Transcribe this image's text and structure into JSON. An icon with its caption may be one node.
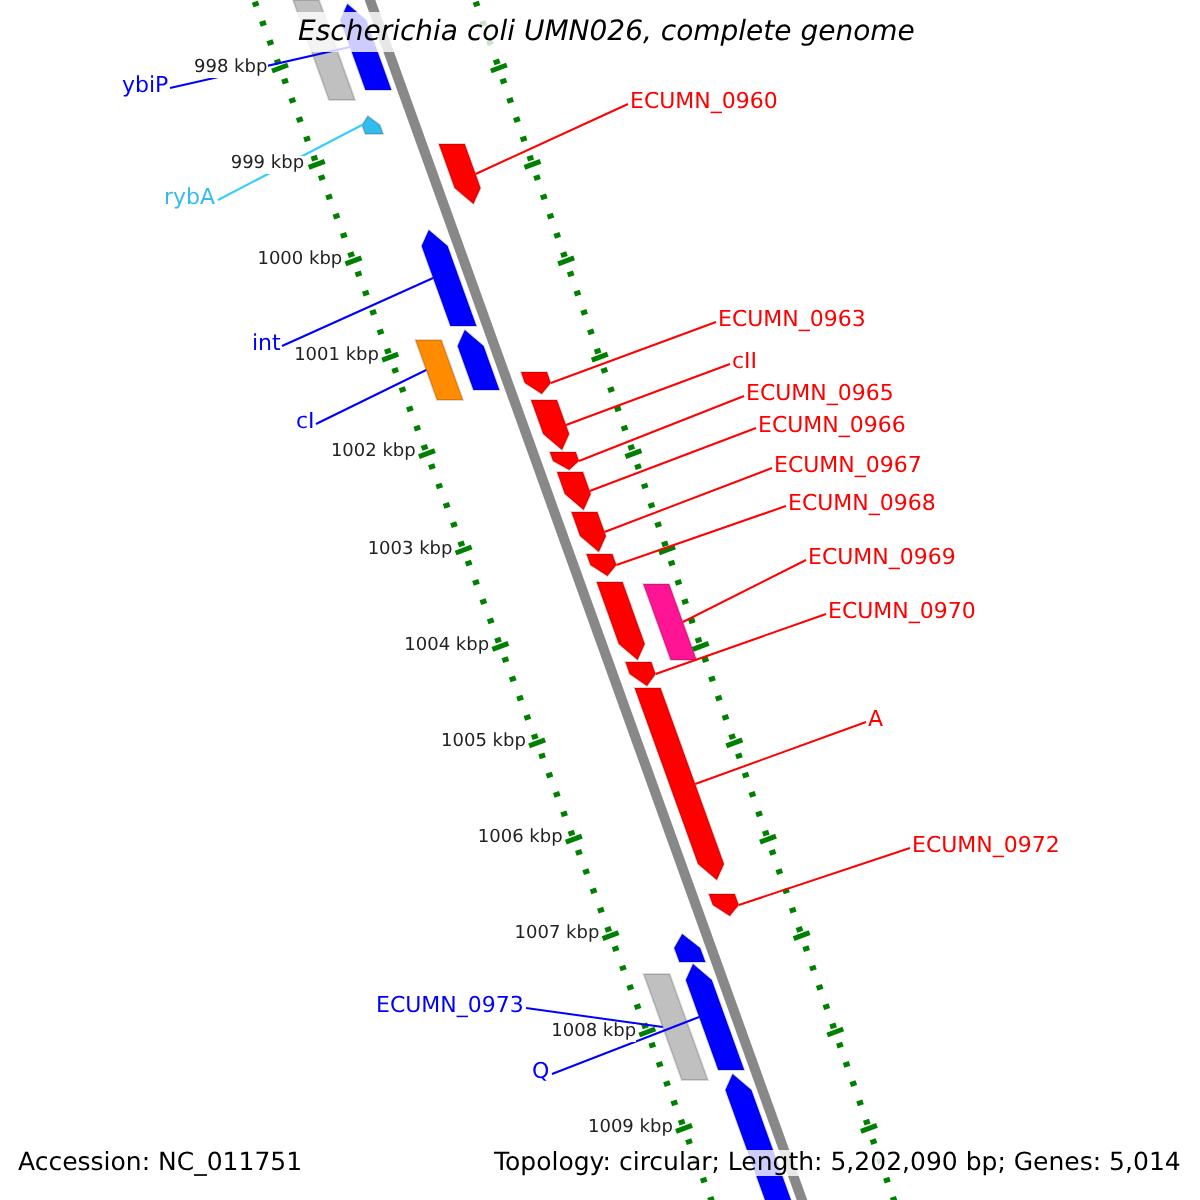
{
  "diagram": {
    "title": "Escherichia coli UMN026, complete genome",
    "nodes": [
      {
        "text": [
          "ybiP"
        ]
      },
      {
        "text": [
          "ECUMN_0960"
        ]
      },
      {
        "text": [
          "rybA"
        ]
      },
      {
        "text": [
          "int"
        ]
      },
      {
        "text": [
          "ECUMN_0963"
        ]
      },
      {
        "text": [
          "cII"
        ]
      },
      {
        "text": [
          "cI"
        ]
      },
      {
        "text": [
          "ECUMN_0965"
        ]
      },
      {
        "text": [
          "ECUMN_0966"
        ]
      },
      {
        "text": [
          "ECUMN_0967"
        ]
      },
      {
        "text": [
          "ECUMN_0968"
        ]
      },
      {
        "text": [
          "ECUMN_0969"
        ]
      },
      {
        "text": [
          "ECUMN_0970"
        ]
      },
      {
        "text": [
          "A"
        ]
      },
      {
        "text": [
          "ECUMN_0972"
        ]
      },
      {
        "text": [
          "ECUMN_0973"
        ]
      },
      {
        "text": [
          "Q"
        ]
      },
      {
        "text": [],
        "shape": "arrow"
      },
      {
        "text": [],
        "shape": "arrow"
      },
      {
        "text": [],
        "shape": "arrow"
      },
      {
        "text": [],
        "shape": "arrow"
      },
      {
        "text": [],
        "shape": "arrow"
      },
      {
        "text": [],
        "shape": "arrow"
      },
      {
        "text": [],
        "shape": "box"
      },
      {
        "text": [],
        "shape": "arrow"
      },
      {
        "text": [],
        "shape": "arrow"
      },
      {
        "text": [],
        "shape": "arrow"
      },
      {
        "text": [],
        "shape": "arrow"
      },
      {
        "text": [],
        "shape": "box"
      },
      {
        "text": [],
        "shape": "arrow"
      },
      {
        "text": [],
        "shape": "arrow"
      },
      {
        "text": [],
        "shape": "arrow"
      },
      {
        "text": [],
        "shape": "box"
      },
      {
        "text": [],
        "shape": "arrow"
      },
      {
        "text": [],
        "shape": "box"
      },
      {
        "text": [],
        "shape": "arrow"
      },
      {
        "text": [],
        "shape": "arrow"
      },
      {
        "text": [],
        "shape": "arrow"
      },
      {
        "text": [],
        "shape": "arrow"
      }
    ],
    "edges": [
      {
        "from": 0,
        "to": 17,
        "arrow": "none",
        "color": "#0000ff"
      },
      {
        "from": 1,
        "to": 18,
        "arrow": "none"
      },
      {
        "from": 2,
        "to": 19,
        "arrow": "none",
        "color": "#33ccff"
      },
      {
        "from": 3,
        "to": 20,
        "arrow": "none",
        "color": "#0000ff"
      },
      {
        "from": 4,
        "to": 21,
        "arrow": "none"
      },
      {
        "from": 5,
        "to": 22,
        "arrow": "none"
      },
      {
        "from": 6,
        "to": 23,
        "arrow": "none",
        "color": "#0000ff"
      },
      {
        "from": 7,
        "to": 24,
        "arrow": "none"
      },
      {
        "from": 8,
        "to": 25,
        "arrow": "none"
      },
      {
        "from": 9,
        "to": 26,
        "arrow": "none"
      },
      {
        "from": 10,
        "to": 27,
        "arrow": "none"
      },
      {
        "from": 11,
        "to": 28,
        "arrow": "none"
      },
      {
        "from": 12,
        "to": 29,
        "arrow": "none"
      },
      {
        "from": 13,
        "to": 30,
        "arrow": "none"
      },
      {
        "from": 14,
        "to": 31,
        "arrow": "none"
      },
      {
        "from": 15,
        "to": 32,
        "arrow": "none",
        "color": "#0000ff"
      },
      {
        "from": 16,
        "to": 33,
        "arrow": "none",
        "color": "#0000ff"
      }
    ],
    "labels": [
      "998 kbp",
      "999 kbp",
      "1000 kbp",
      "1001 kbp",
      "1002 kbp",
      "1003 kbp",
      "1004 kbp",
      "1005 kbp",
      "1006 kbp",
      "1007 kbp",
      "1008 kbp",
      "1009 kbp",
      "Accession: NC_011751",
      "Topology: circular; Length: 5,202,090 bp; Genes: 5,014"
    ]
  }
}
